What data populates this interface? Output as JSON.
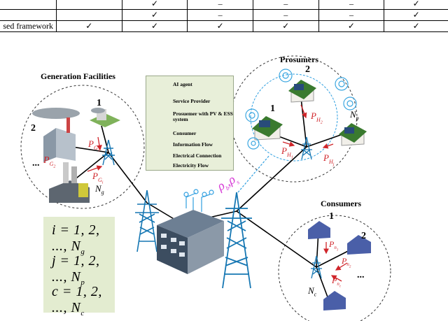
{
  "table": {
    "rows": [
      {
        "label": "",
        "cells": [
          "",
          "✓",
          "–",
          "–",
          "–",
          "✓"
        ]
      },
      {
        "label": "",
        "cells": [
          "",
          "✓",
          "–",
          "–",
          "–",
          "✓"
        ]
      },
      {
        "label": "sed framework",
        "cells": [
          "✓",
          "✓",
          "✓",
          "✓",
          "✓",
          "✓"
        ]
      }
    ]
  },
  "sections": {
    "generation": "Generation Facilities",
    "prosumers": "Prosumers",
    "consumers": "Consumers"
  },
  "legend": {
    "items": [
      {
        "label": "AI agent",
        "icon": "ai-agent-icon"
      },
      {
        "label": "Service Provider",
        "icon": "building-icon"
      },
      {
        "label": "Prosuemer with PV & ESS system",
        "icon": "solar-house-icon"
      },
      {
        "label": "Consumer",
        "icon": "house-icon"
      },
      {
        "label": "Information Flow",
        "icon": "dashed-line-icon"
      },
      {
        "label": "Electrical Connection",
        "icon": "black-line-icon"
      },
      {
        "label": "Electricity Flow",
        "icon": "red-arrow-icon"
      }
    ],
    "colors": {
      "information": "#2f9fe0",
      "electricity": "#d0252a",
      "connection": "#000000",
      "agent": "#3aa6e0"
    }
  },
  "indices": {
    "i": "i = 1, 2, ..., N",
    "i_sub": "g",
    "j": "j = 1, 2, ..., N",
    "j_sub": "p",
    "c": "c = 1, 2, ..., N",
    "c_sub": "c"
  },
  "generation": {
    "n1": "1",
    "n2": "2",
    "dots": "...",
    "Ng": "N",
    "Ng_sub": "g",
    "P1": "P",
    "P1_sub": "G",
    "P1_subsub": "1",
    "P2": "P",
    "P2_sub": "G",
    "P2_subsub": "2",
    "Pi": "P",
    "Pi_sub": "G",
    "Pi_subsub": "i"
  },
  "prosumers": {
    "n1": "1",
    "n2": "2",
    "Np": "N",
    "Np_sub": "p",
    "PH1": "P",
    "PH1_sub": "H",
    "PH1_subsub": "1",
    "PH2": "P",
    "PH2_sub": "H",
    "PH2_subsub": "2",
    "PHj": "P",
    "PHj_sub": "H",
    "PHj_subsub": "j"
  },
  "consumers": {
    "n1": "1",
    "n2": "2",
    "dots": "...",
    "Nc": "N",
    "Nc_sub": "c",
    "Pn1": "P",
    "Pn1_sub": "n",
    "Pn1_subsub": "1",
    "Pn2": "P",
    "Pn2_sub": "n",
    "Pn2_subsub": "2",
    "Pnc": "P",
    "Pnc_sub": "n",
    "Pnc_subsub": "c"
  },
  "center": {
    "rho_b": "ρ",
    "rho_b_sub": "b",
    "comma": ",",
    "rho_s": "ρ",
    "rho_s_sub": "s"
  }
}
